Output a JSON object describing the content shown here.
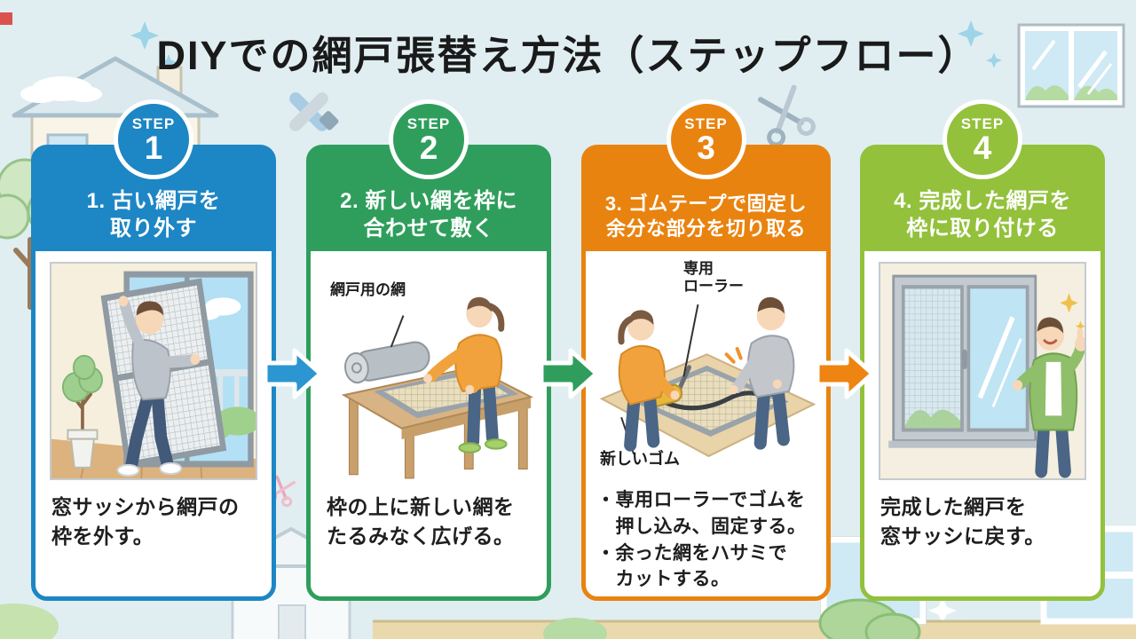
{
  "title": "DIYでの網戸張替え方法（ステップフロー）",
  "colors": {
    "background": "#e0eef2",
    "title": "#1a1a1a",
    "step1_blue": "#1d86c4",
    "step2_green": "#2f9e5c",
    "step3_orange": "#e9830f",
    "step4_yellow_green": "#93c13c"
  },
  "steps": [
    {
      "badge_label": "STEP",
      "badge_number": "1",
      "color": "#1d86c4",
      "heading": "1. 古い網戸を\n取り外す",
      "description": "窓サッシから網戸の\n枠を外す。"
    },
    {
      "badge_label": "STEP",
      "badge_number": "2",
      "color": "#2f9e5c",
      "heading": "2. 新しい網を枠に\n合わせて敷く",
      "net_label": "網戸用の網",
      "description": "枠の上に新しい網を\nたるみなく広げる。"
    },
    {
      "badge_label": "STEP",
      "badge_number": "3",
      "color": "#e9830f",
      "heading": "3. ゴムテープで固定し\n余分な部分を切り取る",
      "roller_label": "専用\nローラー",
      "rubber_label": "新しいゴム",
      "description": "・専用ローラーでゴムを\n　押し込み、固定する。\n・余った網をハサミで\n　カットする。"
    },
    {
      "badge_label": "STEP",
      "badge_number": "4",
      "color": "#93c13c",
      "heading": "4. 完成した網戸を\n枠に取り付ける",
      "description": "完成した網戸を\n窓サッシに戻す。"
    }
  ],
  "arrows": [
    {
      "color": "#2b96d2"
    },
    {
      "color": "#2f9e5c"
    },
    {
      "color": "#ee8412"
    }
  ]
}
